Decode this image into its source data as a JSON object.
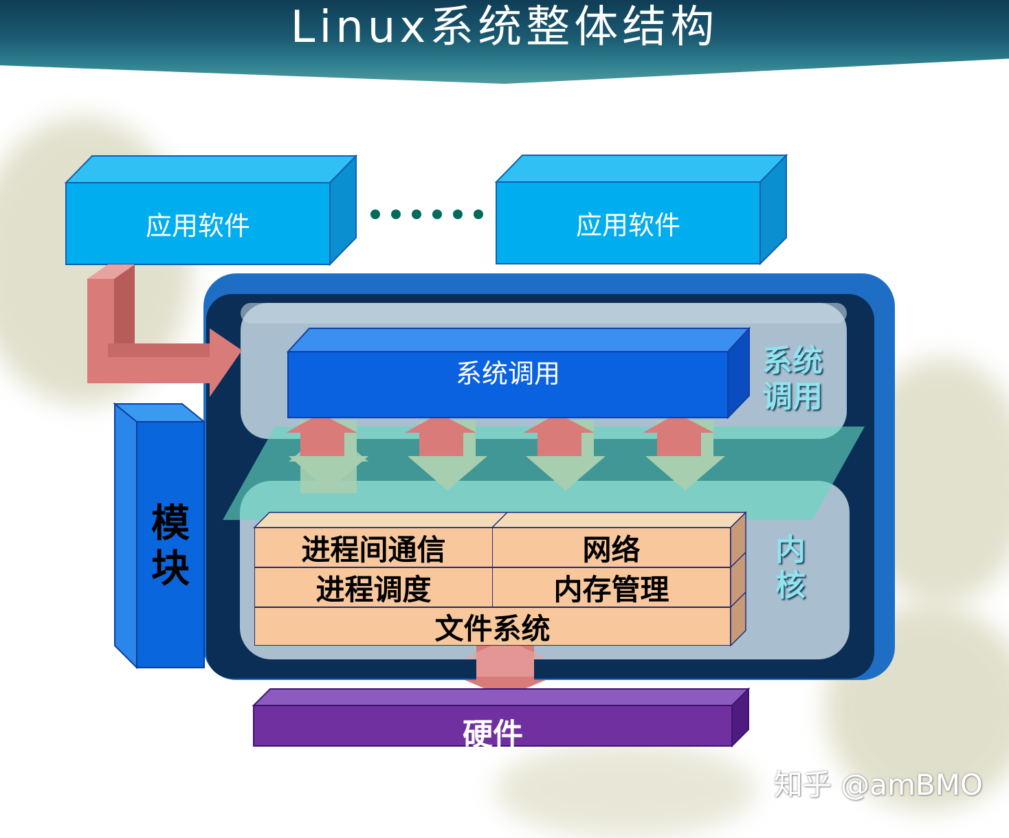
{
  "title": "Linux系统整体结构",
  "apps": [
    {
      "label": "应用软件"
    },
    {
      "label": "应用软件"
    }
  ],
  "ellipsis": "……",
  "syscall_box": {
    "label": "系统调用"
  },
  "syscall_layer_label": "系统\n调用",
  "kernel_layer_label": "内\n核",
  "module_label": "模\n块",
  "kernel_cells": {
    "ipc": "进程间通信",
    "network": "网络",
    "scheduling": "进程调度",
    "memory": "内存管理",
    "filesystem": "文件系统"
  },
  "hardware": {
    "label": "硬件"
  },
  "watermark": "知乎 @amBMO",
  "colors": {
    "app_front": "#00adef",
    "app_top": "#30c0f4",
    "app_side": "#0a8fd0",
    "outer_frame": "#1f6ec6",
    "inner_dark": "#0a2e55",
    "layer_grey": "#a9bfcf",
    "syscall_blue": "#0a62e0",
    "kernel_cell": "#f8c89c",
    "plane_teal": "#62d8bf",
    "arrow_pink": "#d97b78",
    "arrow_green": "#a8ceb0",
    "hardware_purple": "#7030a0",
    "module_blue": "#0a66dc"
  }
}
